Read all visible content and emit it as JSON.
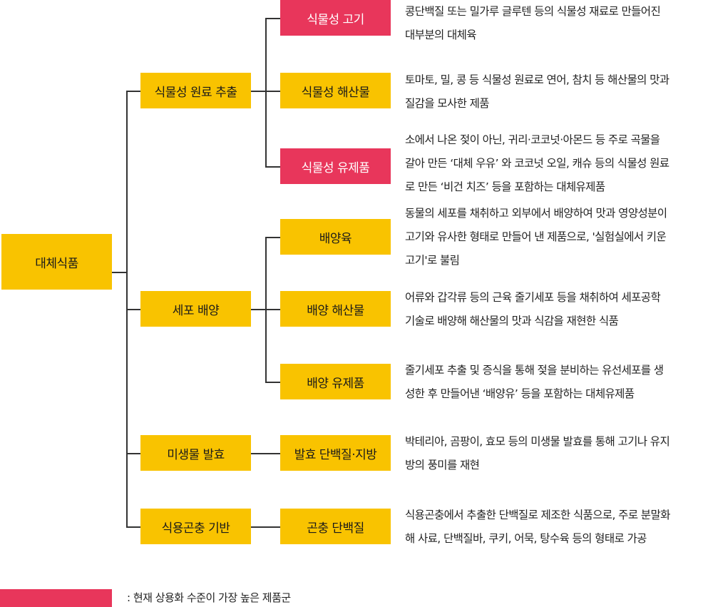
{
  "colors": {
    "standard": "#F9C300",
    "highlight": "#E8365B"
  },
  "root": {
    "label": "대체식품"
  },
  "categories": [
    {
      "label": "식물성 원료 추출"
    },
    {
      "label": "세포 배양"
    },
    {
      "label": "미생물 발효"
    },
    {
      "label": "식용곤충 기반"
    }
  ],
  "products": [
    {
      "label": "식물성 고기",
      "highlighted": true,
      "desc": [
        "콩단백질 또는 밀가루 글루텐 등의 식물성 재료로 만들어진",
        "대부분의 대체육"
      ]
    },
    {
      "label": "식물성 해산물",
      "highlighted": false,
      "desc": [
        "토마토, 밀, 콩 등 식물성 원료로 연어, 참치 등 해산물의 맛과",
        "질감을 모사한 제품"
      ]
    },
    {
      "label": "식물성 유제품",
      "highlighted": true,
      "desc": [
        "소에서 나온 젖이 아닌, 귀리·코코넛·아몬드 등 주로 곡물을",
        "갈아 만든 ‘대체 우유’ 와 코코넛 오일, 캐슈 등의 식물성 원료",
        "로 만든 ‘비건 치즈’ 등을 포함하는 대체유제품"
      ]
    },
    {
      "label": "배양육",
      "highlighted": false,
      "desc": [
        "동물의 세포를 채취하고 외부에서 배양하여 맛과 영양성분이",
        "고기와 유사한 형태로 만들어 낸 제품으로, '실험실에서 키운",
        "고기'로 불림"
      ]
    },
    {
      "label": "배양 해산물",
      "highlighted": false,
      "desc": [
        "어류와 갑각류 등의 근육 줄기세포 등을 채취하여 세포공학",
        "기술로 배양해 해산물의 맛과 식감을 재현한 식품"
      ]
    },
    {
      "label": "배양 유제품",
      "highlighted": false,
      "desc": [
        "줄기세포 추출 및 증식을 통해 젖을 분비하는 유선세포를 생",
        "성한 후 만들어낸 ‘배양유’ 등을 포함하는 대체유제품"
      ]
    },
    {
      "label": "발효 단백질·지방",
      "highlighted": false,
      "desc": [
        "박테리아, 곰팡이, 효모 등의 미생물 발효를 통해 고기나 유지",
        "방의 풍미를 재현"
      ]
    },
    {
      "label": "곤충 단백질",
      "highlighted": false,
      "desc": [
        "식용곤충에서 추출한 단백질로 제조한 식품으로, 주로 분말화",
        "해 사료, 단백질바, 쿠키, 어묵, 탕수육 등의 형태로 가공"
      ]
    }
  ],
  "legend": {
    "text": ": 현재 상용화 수준이 가장 높은 제품군"
  }
}
